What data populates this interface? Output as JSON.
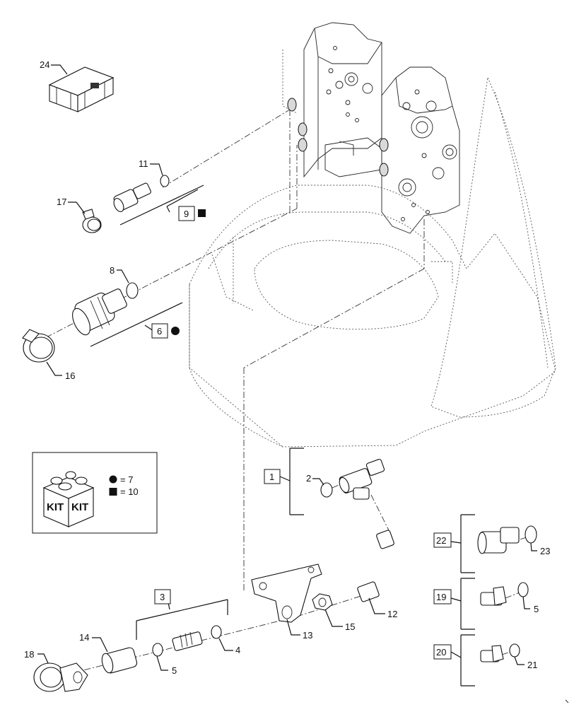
{
  "callouts": {
    "c1": "1",
    "c2": "2",
    "c3": "3",
    "c4": "4",
    "c5a": "5",
    "c5b": "5",
    "c6": "6",
    "c8": "8",
    "c9": "9",
    "c11": "11",
    "c12": "12",
    "c13": "13",
    "c14": "14",
    "c15": "15",
    "c16": "16",
    "c17": "17",
    "c18": "18",
    "c19": "19",
    "c20": "20",
    "c21": "21",
    "c22": "22",
    "c23": "23",
    "c24": "24"
  },
  "kit_legend": {
    "box_text_left": "KIT",
    "box_text_right": "KIT",
    "circle_label": "= 7",
    "square_label": "= 10"
  },
  "symbols": {
    "item_6": "circle",
    "item_9": "square"
  }
}
